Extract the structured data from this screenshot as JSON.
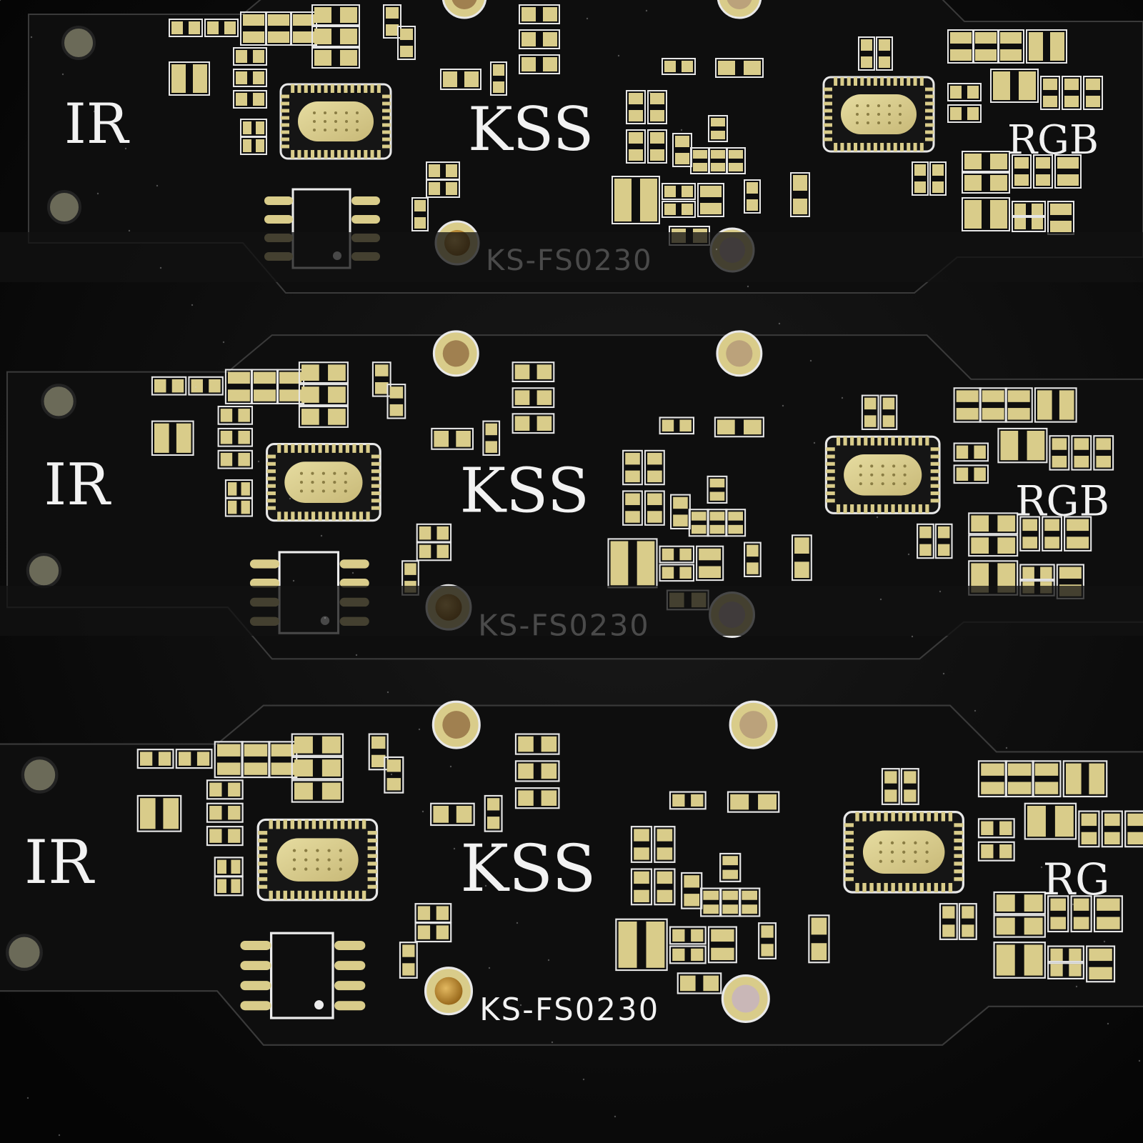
{
  "photo": {
    "subject": "black PCB panel",
    "colors": {
      "solder_mask": "#0d0d0d",
      "pad_gold": "#d9cc8a",
      "via_copper": "#c9a24a",
      "silkscreen": "#f2f2f2",
      "rail": "#111111"
    }
  },
  "boards": [
    {
      "label_ir": "IR",
      "label_logo": "KSS",
      "label_rgb": "RGB",
      "label_part": "KS-FS0230"
    },
    {
      "label_ir": "IR",
      "label_logo": "KSS",
      "label_rgb": "RGB",
      "label_part": "KS-FS0230"
    },
    {
      "label_ir": "IR",
      "label_logo": "KSS",
      "label_rgb": "RG",
      "label_part": "KS-FS0230"
    }
  ]
}
